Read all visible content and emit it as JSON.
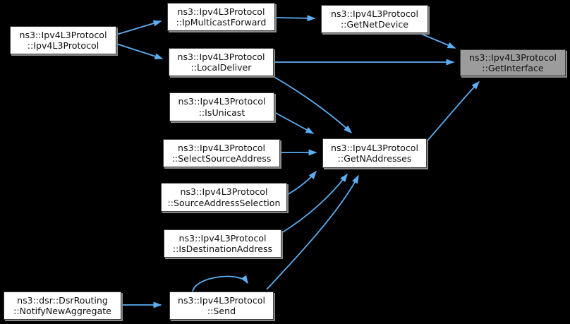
{
  "diagram": {
    "type": "call-graph",
    "colors": {
      "background": "#000000",
      "node_fill": "#ffffff",
      "node_border": "#3d3d3d",
      "node_shadow": "#8a8a8a",
      "highlight_fill": "#9c9c9c",
      "edge": "#5caef2",
      "text": "#111111"
    },
    "nodes": [
      {
        "id": "ipv4l3protocol-ctor",
        "line1": "ns3::Ipv4L3Protocol",
        "line2": "::Ipv4L3Protocol",
        "highlighted": false
      },
      {
        "id": "ipmulticastforward",
        "line1": "ns3::Ipv4L3Protocol",
        "line2": "::IpMulticastForward",
        "highlighted": false
      },
      {
        "id": "getnetdevice",
        "line1": "ns3::Ipv4L3Protocol",
        "line2": "::GetNetDevice",
        "highlighted": false
      },
      {
        "id": "localdeliver",
        "line1": "ns3::Ipv4L3Protocol",
        "line2": "::LocalDeliver",
        "highlighted": false
      },
      {
        "id": "getinterface",
        "line1": "ns3::Ipv4L3Protocol",
        "line2": "::GetInterface",
        "highlighted": true
      },
      {
        "id": "isunicast",
        "line1": "ns3::Ipv4L3Protocol",
        "line2": "::IsUnicast",
        "highlighted": false
      },
      {
        "id": "selectsourceaddress",
        "line1": "ns3::Ipv4L3Protocol",
        "line2": "::SelectSourceAddress",
        "highlighted": false
      },
      {
        "id": "getnaddresses",
        "line1": "ns3::Ipv4L3Protocol",
        "line2": "::GetNAddresses",
        "highlighted": false
      },
      {
        "id": "sourceaddressselection",
        "line1": "ns3::Ipv4L3Protocol",
        "line2": "::SourceAddressSelection",
        "highlighted": false
      },
      {
        "id": "isdestinationaddress",
        "line1": "ns3::Ipv4L3Protocol",
        "line2": "::IsDestinationAddress",
        "highlighted": false
      },
      {
        "id": "notifynewaggregate",
        "line1": "ns3::dsr::DsrRouting",
        "line2": "::NotifyNewAggregate",
        "highlighted": false
      },
      {
        "id": "send",
        "line1": "ns3::Ipv4L3Protocol",
        "line2": "::Send",
        "highlighted": false
      }
    ],
    "edges": [
      {
        "from": "ipv4l3protocol-ctor",
        "to": "ipmulticastforward"
      },
      {
        "from": "ipv4l3protocol-ctor",
        "to": "localdeliver"
      },
      {
        "from": "ipmulticastforward",
        "to": "getnetdevice"
      },
      {
        "from": "getnetdevice",
        "to": "getinterface"
      },
      {
        "from": "localdeliver",
        "to": "getinterface"
      },
      {
        "from": "localdeliver",
        "to": "getnaddresses"
      },
      {
        "from": "isunicast",
        "to": "getnaddresses"
      },
      {
        "from": "selectsourceaddress",
        "to": "getnaddresses"
      },
      {
        "from": "sourceaddressselection",
        "to": "getnaddresses"
      },
      {
        "from": "isdestinationaddress",
        "to": "getnaddresses"
      },
      {
        "from": "send",
        "to": "getnaddresses"
      },
      {
        "from": "getnaddresses",
        "to": "getinterface"
      },
      {
        "from": "send",
        "to": "send"
      },
      {
        "from": "notifynewaggregate",
        "to": "send"
      }
    ]
  }
}
